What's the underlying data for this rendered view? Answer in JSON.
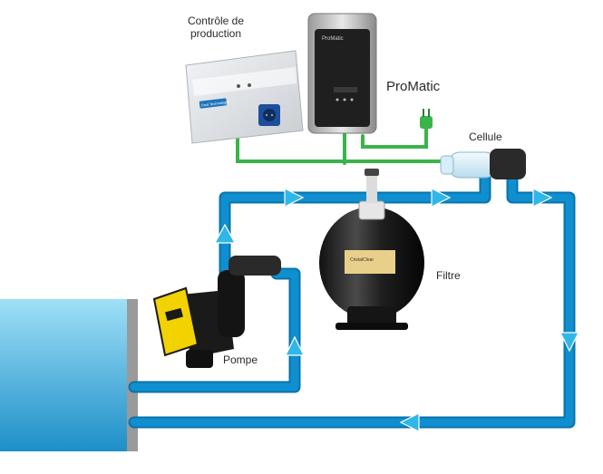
{
  "labels": {
    "controle_line1": "Contrôle de",
    "controle_line2": "production",
    "promatic": "ProMatic",
    "cellule": "Cellule",
    "filtre": "Filtre",
    "pompe": "Pompe"
  },
  "device_text": {
    "controller_brand": "Pool Technologie",
    "promatic_logo": "ProMatic",
    "filter_label": "CristalClear"
  },
  "colors": {
    "pipe": "#0f8fd0",
    "pipe_edge": "#0a73a8",
    "arrow": "#2fb7ea",
    "cable": "#3ab44a",
    "pool_top": "#7fd2f2",
    "pool_bottom": "#1e8fc7",
    "pump_accent": "#f2d200",
    "device_dark": "#2b2b2b"
  }
}
